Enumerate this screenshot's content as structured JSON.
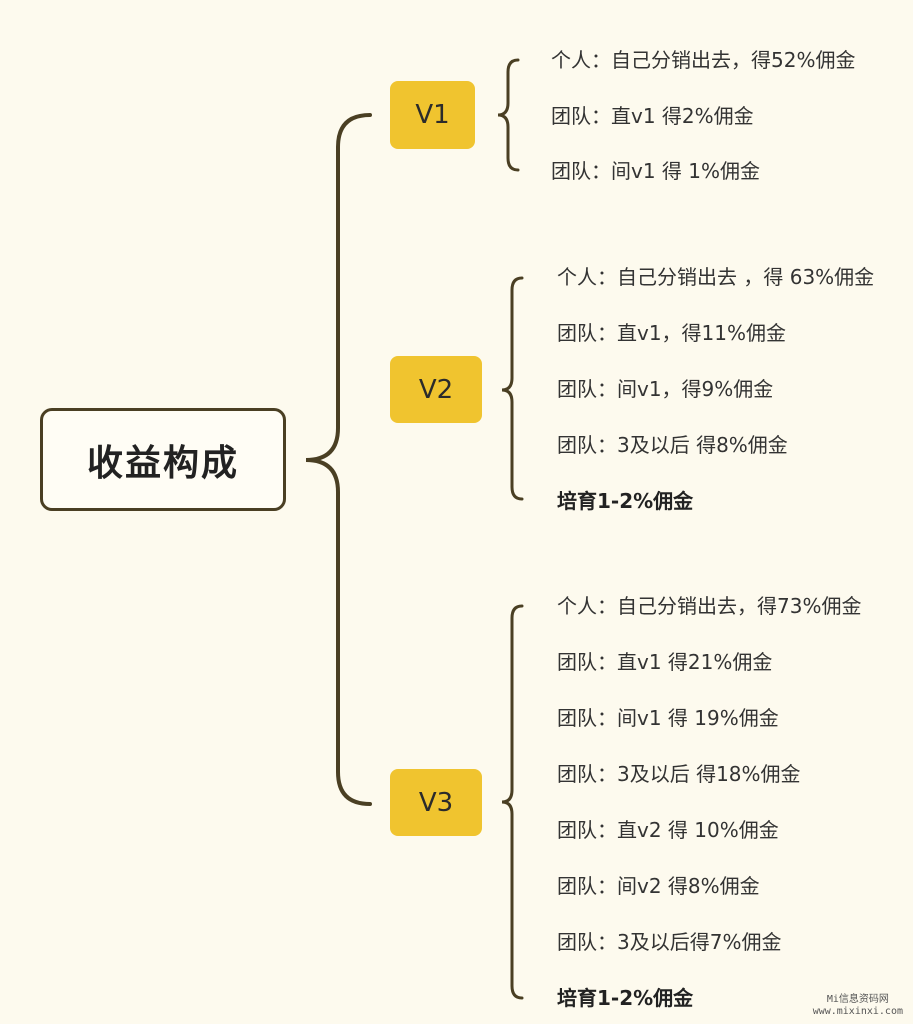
{
  "colors": {
    "background": "#fdfaee",
    "connector": "#4a3f23",
    "level_fill": "#f0c42f",
    "text": "#333333"
  },
  "root": {
    "label": "收益构成"
  },
  "levels": [
    {
      "label": "V1",
      "items": [
        {
          "text": "个人：自己分销出去，得52%佣金",
          "bold": false
        },
        {
          "text": "团队：直v1 得2%佣金",
          "bold": false
        },
        {
          "text": "团队：间v1 得 1%佣金",
          "bold": false
        }
      ]
    },
    {
      "label": "V2",
      "items": [
        {
          "text": "个人：自己分销出去 ，得 63%佣金",
          "bold": false
        },
        {
          "text": "团队：直v1，得11%佣金",
          "bold": false
        },
        {
          "text": "团队：间v1，得9%佣金",
          "bold": false
        },
        {
          "text": "团队：3及以后 得8%佣金",
          "bold": false
        },
        {
          "text": "培育1-2%佣金",
          "bold": true
        }
      ]
    },
    {
      "label": "V3",
      "items": [
        {
          "text": "个人：自己分销出去，得73%佣金",
          "bold": false
        },
        {
          "text": "团队：直v1  得21%佣金",
          "bold": false
        },
        {
          "text": "团队：间v1 得 19%佣金",
          "bold": false
        },
        {
          "text": "团队：3及以后 得18%佣金",
          "bold": false
        },
        {
          "text": "团队：直v2 得 10%佣金",
          "bold": false
        },
        {
          "text": "团队：间v2 得8%佣金",
          "bold": false
        },
        {
          "text": "团队：3及以后得7%佣金",
          "bold": false
        },
        {
          "text": "培育1-2%佣金",
          "bold": true
        }
      ]
    }
  ],
  "watermark": {
    "line1": "Mi信息资码网",
    "line2": "www.mixinxi.com"
  }
}
